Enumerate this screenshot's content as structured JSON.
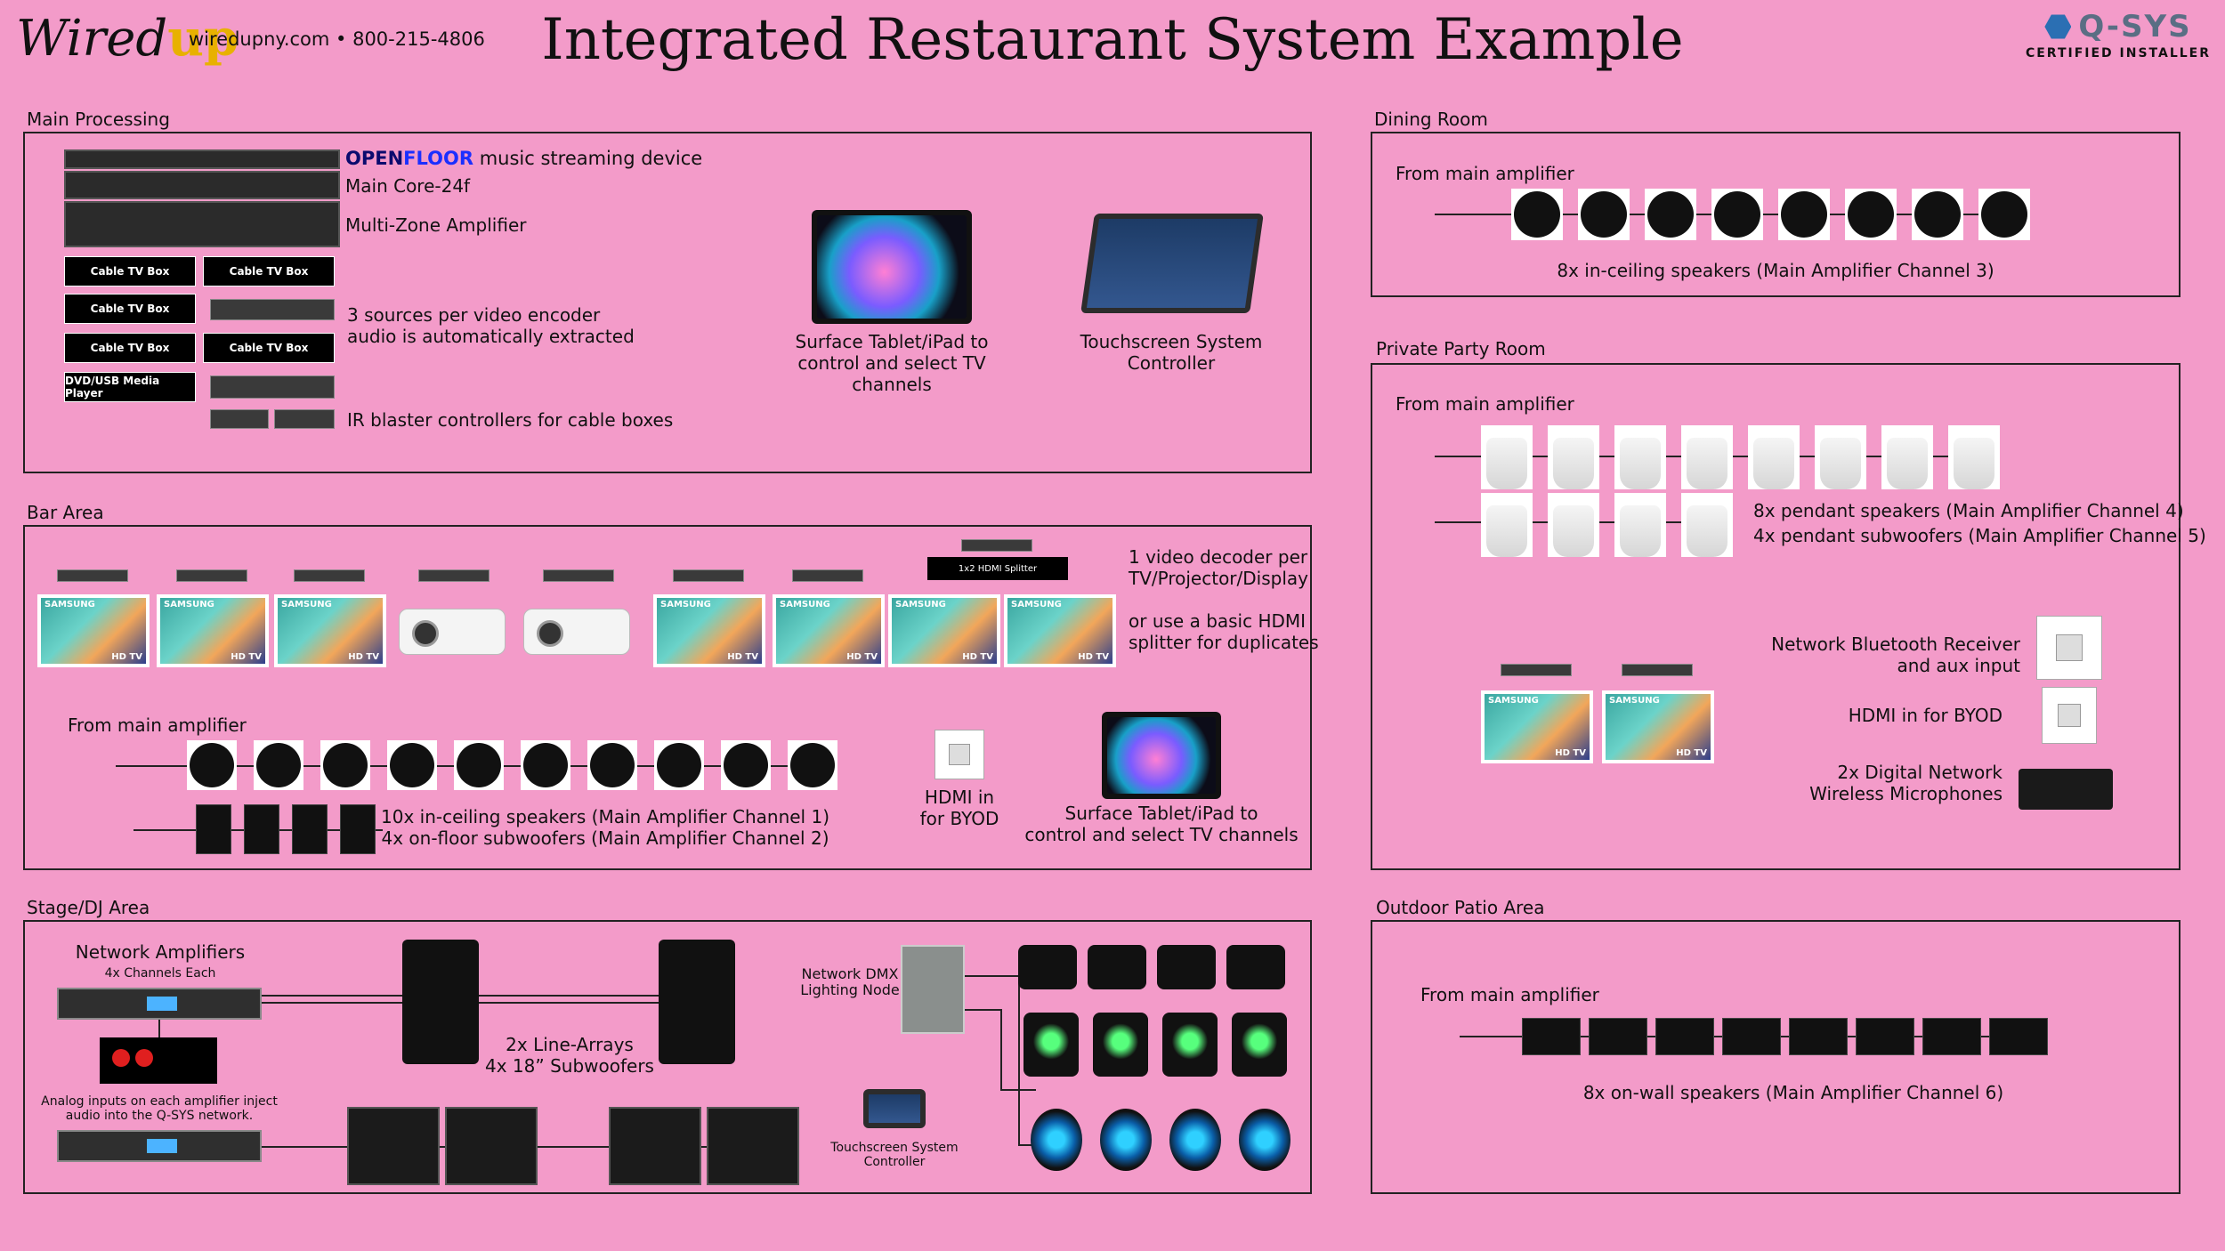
{
  "header": {
    "logo_text_a": "Wired",
    "logo_text_b": "up",
    "contact": "wiredupny.com  •  800-215-4806",
    "title": "Integrated Restaurant System Example",
    "qsys_brand": "Q-SYS",
    "qsys_cert": "CERTIFIED INSTALLER"
  },
  "sections": {
    "main": "Main Processing",
    "bar": "Bar Area",
    "stage": "Stage/DJ Area",
    "dining": "Dining Room",
    "party": "Private Party Room",
    "patio": "Outdoor Patio Area"
  },
  "main": {
    "openfloor_a": "OPEN",
    "openfloor_b": "FLOOR",
    "openfloor_rest": " music streaming device",
    "core": "Main Core-24f",
    "amp": "Multi-Zone Amplifier",
    "cable_box": "Cable TV Box",
    "dvd": "DVD/USB Media Player",
    "encoder_l1": "3 sources per video encoder",
    "encoder_l2": "audio is automatically extracted",
    "ir": "IR blaster controllers for cable boxes",
    "tablet_l1": "Surface Tablet/iPad to",
    "tablet_l2": "control and select TV channels",
    "touch_l1": "Touchscreen System",
    "touch_l2": "Controller"
  },
  "bar": {
    "splitter": "1x2 HDMI Splitter",
    "decoder_l1": "1 video decoder per",
    "decoder_l2": "TV/Projector/Display",
    "or_l1": "or use a basic HDMI",
    "or_l2": "splitter for duplicates",
    "from_amp": "From main amplifier",
    "spk_l1": "10x in-ceiling speakers (Main Amplifier Channel 1)",
    "spk_l2": "4x on-floor subwoofers (Main Amplifier Channel 2)",
    "hdmi_l1": "HDMI in",
    "hdmi_l2": "for BYOD",
    "tablet_l1": "Surface Tablet/iPad to",
    "tablet_l2": "control and select TV channels"
  },
  "stage": {
    "amps": "Network Amplifiers",
    "amps_sub": "4x Channels Each",
    "analog_l1": "Analog inputs on each amplifier inject",
    "analog_l2": "audio into the Q-SYS network.",
    "line_l1": "2x Line-Arrays",
    "line_l2": "4x 18” Subwoofers",
    "dmx_l1": "Network DMX",
    "dmx_l2": "Lighting Node",
    "touch_l1": "Touchscreen System",
    "touch_l2": "Controller"
  },
  "dining": {
    "from_amp": "From main amplifier",
    "spk": "8x in-ceiling speakers (Main Amplifier Channel 3)"
  },
  "party": {
    "from_amp": "From main amplifier",
    "pend_l1": "8x pendant speakers (Main Amplifier Channel 4)",
    "pend_l2": "4x pendant subwoofers (Main Amplifier Channel 5)",
    "bt_l1": "Network Bluetooth Receiver",
    "bt_l2": "and aux input",
    "hdmi": "HDMI in for BYOD",
    "mic_l1": "2x Digital Network",
    "mic_l2": "Wireless Microphones"
  },
  "patio": {
    "from_amp": "From main amplifier",
    "spk": "8x on-wall speakers (Main Amplifier Channel 6)"
  },
  "tv_brand": "SAMSUNG",
  "tv_tag": "HD TV"
}
